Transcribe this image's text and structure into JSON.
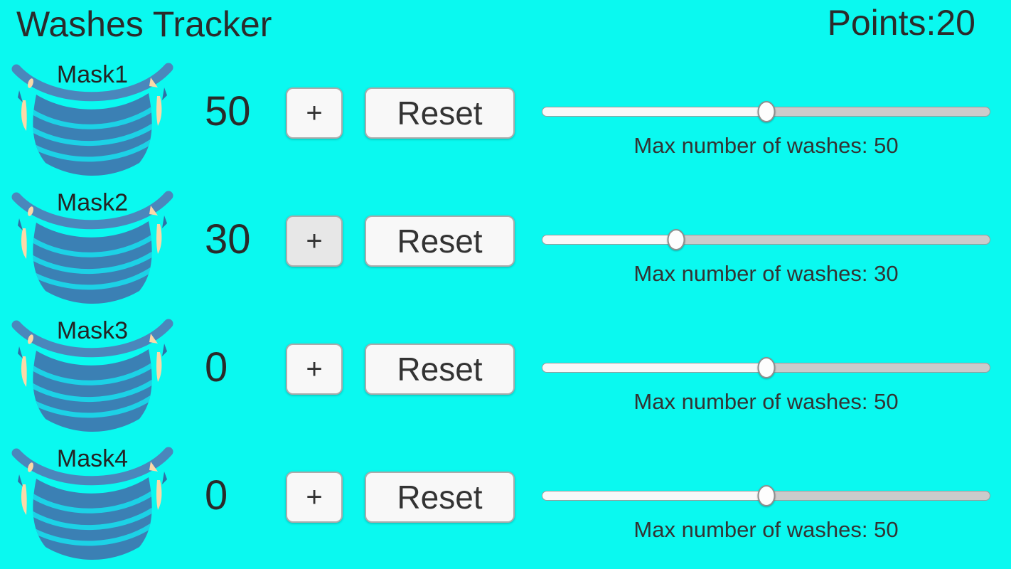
{
  "app": {
    "title": "Washes Tracker",
    "points_label": "Points:",
    "points_value": "20"
  },
  "colors": {
    "background": "#0AF9F0",
    "mask_body": "#3B80B4",
    "mask_band": "#4A87BC",
    "mask_stripe": "#1CD2E6",
    "mask_skin": "#FBD9A8",
    "mask_shadow": "#2F6FA6",
    "text_dark": "#2B2B2B",
    "button_bg": "#F8F8F8",
    "button_border": "#ABABAB",
    "track_unfilled": "#CBCBCB",
    "track_filled": "#F8F8F8"
  },
  "rows": [
    {
      "mask_label": "Mask1",
      "count": "50",
      "plus_label": "+",
      "reset_label": "Reset",
      "slider_percent": 50,
      "max_label": "Max number of washes: 50",
      "plus_pressed": false
    },
    {
      "mask_label": "Mask2",
      "count": "30",
      "plus_label": "+",
      "reset_label": "Reset",
      "slider_percent": 30,
      "max_label": "Max number of washes: 30",
      "plus_pressed": true
    },
    {
      "mask_label": "Mask3",
      "count": "0",
      "plus_label": "+",
      "reset_label": "Reset",
      "slider_percent": 50,
      "max_label": "Max number of washes: 50",
      "plus_pressed": false
    },
    {
      "mask_label": "Mask4",
      "count": "0",
      "plus_label": "+",
      "reset_label": "Reset",
      "slider_percent": 50,
      "max_label": "Max number of washes: 50",
      "plus_pressed": false
    }
  ]
}
